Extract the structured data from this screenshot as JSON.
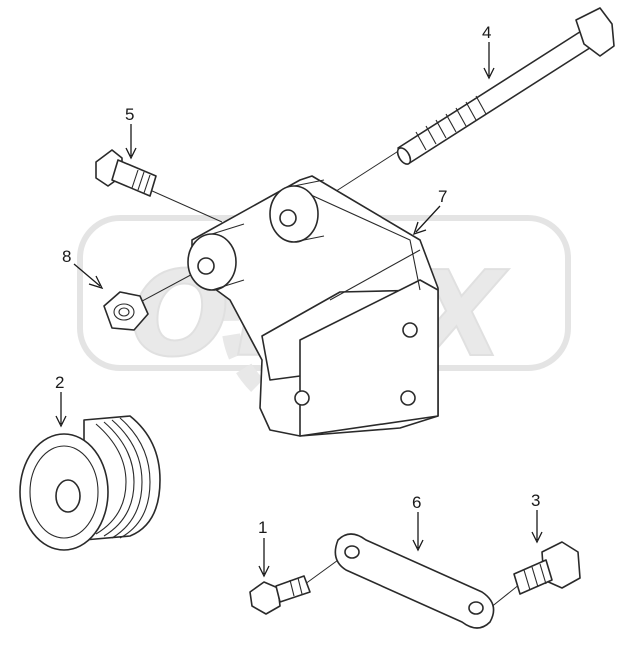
{
  "diagram": {
    "callouts": [
      {
        "id": "1",
        "label": "1"
      },
      {
        "id": "2",
        "label": "2"
      },
      {
        "id": "3",
        "label": "3"
      },
      {
        "id": "4",
        "label": "4"
      },
      {
        "id": "5",
        "label": "5"
      },
      {
        "id": "6",
        "label": "6"
      },
      {
        "id": "7",
        "label": "7"
      },
      {
        "id": "8",
        "label": "8"
      }
    ],
    "watermark": "OPEX"
  },
  "colors": {
    "line": "#2a2a2a",
    "watermark": "#d8d8d8",
    "background": "#ffffff"
  }
}
